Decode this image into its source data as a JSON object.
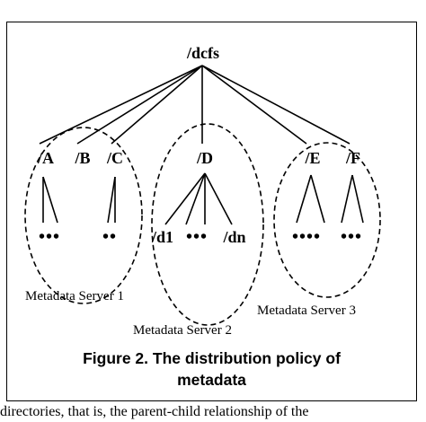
{
  "root": "/dcfs",
  "groups": [
    {
      "dirs": [
        "/A",
        "/B",
        "/C"
      ],
      "leaves": [
        "•••",
        "••"
      ],
      "server": "Metadata Server 1"
    },
    {
      "dirs": [
        "/D"
      ],
      "leaves": [
        "/d1",
        "•••",
        "/dn"
      ],
      "server": "Metadata Server 2"
    },
    {
      "dirs": [
        "/E",
        "/F"
      ],
      "leaves": [
        "••••",
        "•••"
      ],
      "server": "Metadata Server 3"
    }
  ],
  "caption": {
    "line1": "Figure 2. The distribution policy of",
    "line2": "metadata"
  },
  "body_text_fragment": "directories, that is, the parent-child relationship of the"
}
